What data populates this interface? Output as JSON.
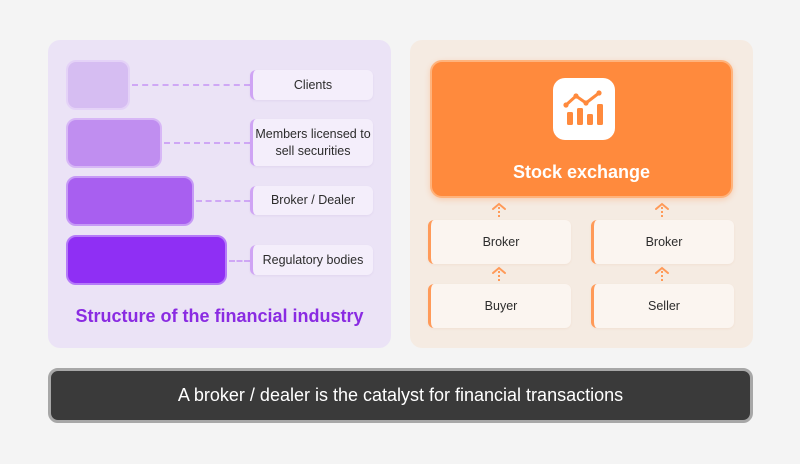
{
  "left_panel": {
    "caption": "Structure of the financial industry",
    "labels": [
      "Clients",
      "Members licensed to sell securities",
      "Broker / Dealer",
      "Regulatory bodies"
    ]
  },
  "right_panel": {
    "exchange_title": "Stock exchange",
    "exchange_icon": "chart-icon",
    "broker_left": "Broker",
    "broker_right": "Broker",
    "buyer": "Buyer",
    "seller": "Seller"
  },
  "footer": {
    "text": "A broker / dealer is the catalyst for financial transactions"
  },
  "colors": {
    "purple_accent": "#8a2be2",
    "orange_accent": "#ff8a3d",
    "footer_bg": "#3a3a3a"
  }
}
